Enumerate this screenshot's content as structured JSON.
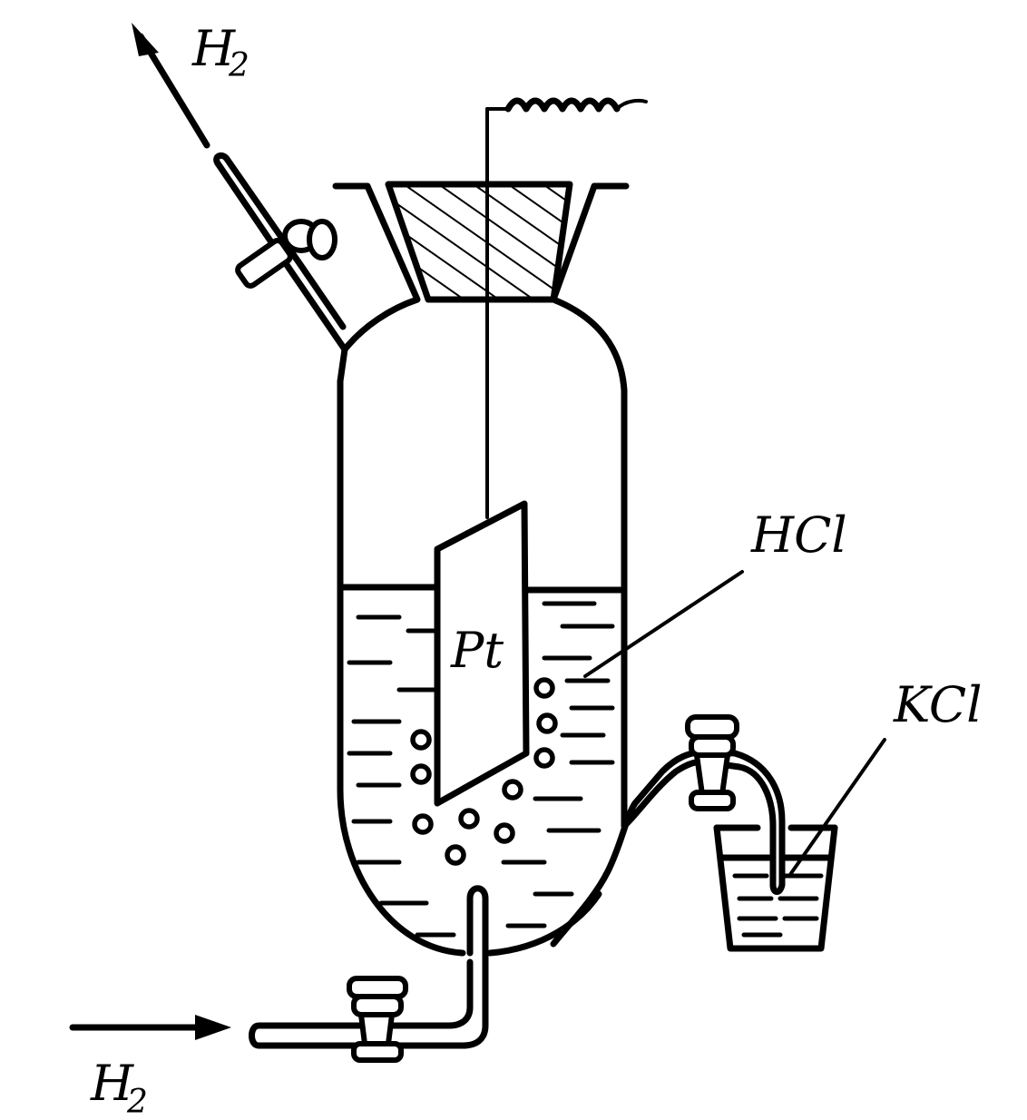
{
  "labels": {
    "h2_out": "H",
    "h2_out_sub": "2",
    "h2_in": "H",
    "h2_in_sub": "2",
    "electrode": "Pt",
    "acid": "HCl",
    "salt": "KCl"
  }
}
